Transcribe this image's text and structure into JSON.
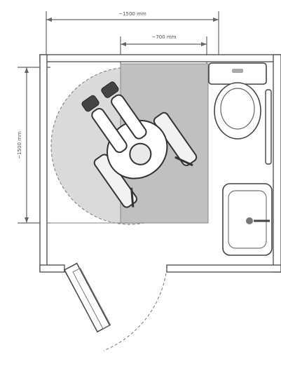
{
  "dimensions": {
    "overall_width": "~1500 mm",
    "center_width": "~700 mm",
    "clear_depth": "~1500 mm"
  },
  "fixtures": [
    "wheelchair-user-icon",
    "toilet-icon",
    "sink-icon",
    "grab-bar-icon",
    "door-icon"
  ],
  "colors": {
    "line": "#555555",
    "turning_circle": "#d9d9d9",
    "clear_zone": "#bdbdbd",
    "wall_fill": "#ffffff"
  }
}
